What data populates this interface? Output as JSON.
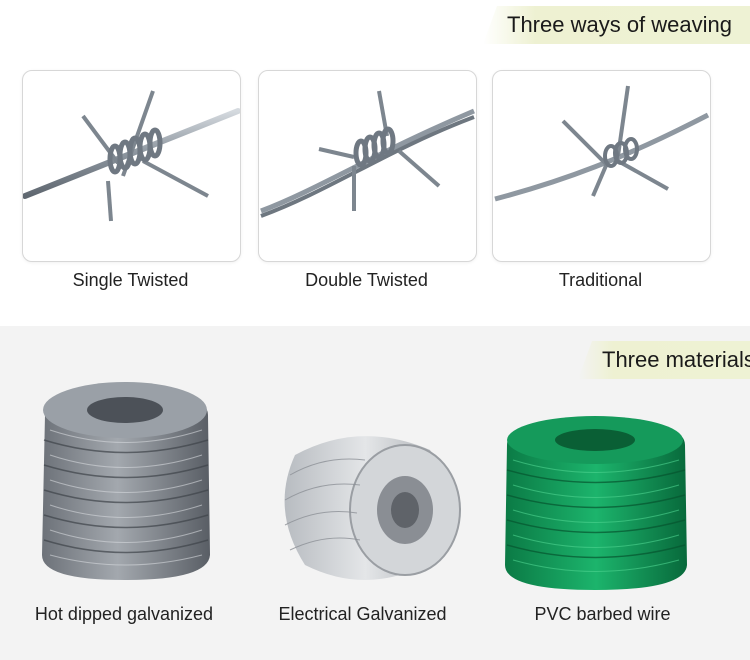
{
  "weaving": {
    "heading": "Three ways of weaving",
    "types": [
      {
        "label": "Single Twisted"
      },
      {
        "label": "Double Twisted"
      },
      {
        "label": "Traditional"
      }
    ]
  },
  "materials": {
    "heading": "Three materials",
    "types": [
      {
        "label": "Hot dipped galvanized",
        "color": "#8e9298"
      },
      {
        "label": "Electrical Galvanized",
        "color": "#c9ccd0"
      },
      {
        "label": "PVC barbed wire",
        "color": "#0f9a5a"
      }
    ]
  },
  "colors": {
    "tag_background": "#eef2d4",
    "wire_steel": "#9aa3ab",
    "wire_pvc": "#12a060"
  }
}
